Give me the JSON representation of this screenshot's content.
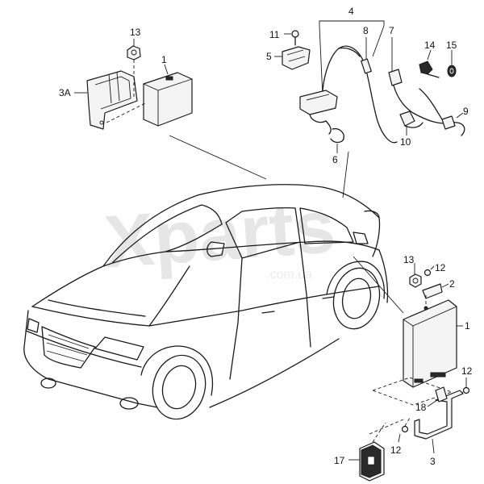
{
  "watermark": {
    "brand": "Xparts",
    "sub": ".com.ua"
  },
  "callouts": {
    "c1_top": "1",
    "c3A": "3A",
    "c13_top": "13",
    "c4": "4",
    "c5": "5",
    "c6": "6",
    "c7": "7",
    "c8": "8",
    "c9": "9",
    "c10": "10",
    "c11": "11",
    "c14": "14",
    "c15": "15",
    "c13_right": "13",
    "c12_upper": "12",
    "c2": "2",
    "c1_right": "1",
    "c12_right": "12",
    "c18": "18",
    "c12_lower": "12",
    "c17": "17",
    "c3": "3"
  },
  "colors": {
    "ink": "#1a1a1a",
    "background": "#ffffff",
    "watermark": "#e6e6e6"
  }
}
